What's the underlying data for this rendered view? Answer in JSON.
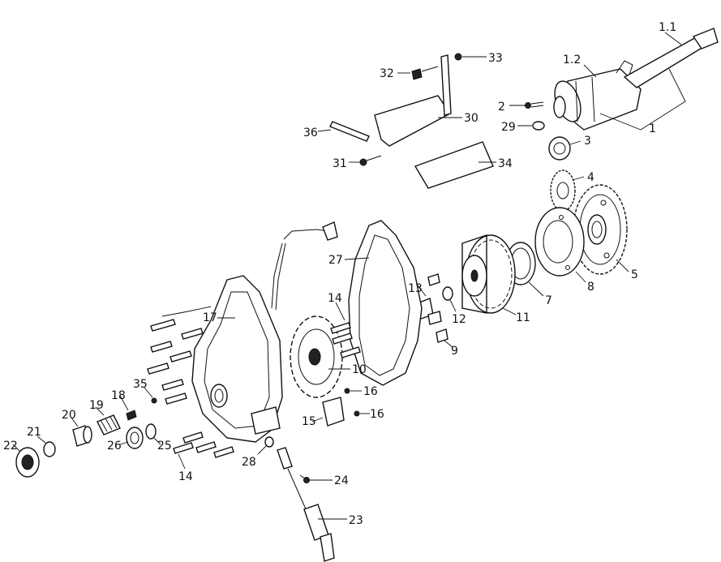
{
  "callouts": {
    "p1_1": "1.1",
    "p1_2": "1.2",
    "p1": "1",
    "p2": "2",
    "p29": "29",
    "p3": "3",
    "p4": "4",
    "p5": "5",
    "p8": "8",
    "p7": "7",
    "p11": "11",
    "p12": "12",
    "p13": "13",
    "p9": "9",
    "p27": "27",
    "p14a": "14",
    "p10": "10",
    "p16a": "16",
    "p16b": "16",
    "p15": "15",
    "p17": "17",
    "p32": "32",
    "p33": "33",
    "p30": "30",
    "p36": "36",
    "p31": "31",
    "p34": "34",
    "p35": "35",
    "p18": "18",
    "p19": "19",
    "p20": "20",
    "p21": "21",
    "p22": "22",
    "p26": "26",
    "p25": "25",
    "p14b": "14",
    "p28": "28",
    "p24": "24",
    "p23": "23"
  },
  "colors": {
    "line": "#111111",
    "background": "#ffffff"
  }
}
